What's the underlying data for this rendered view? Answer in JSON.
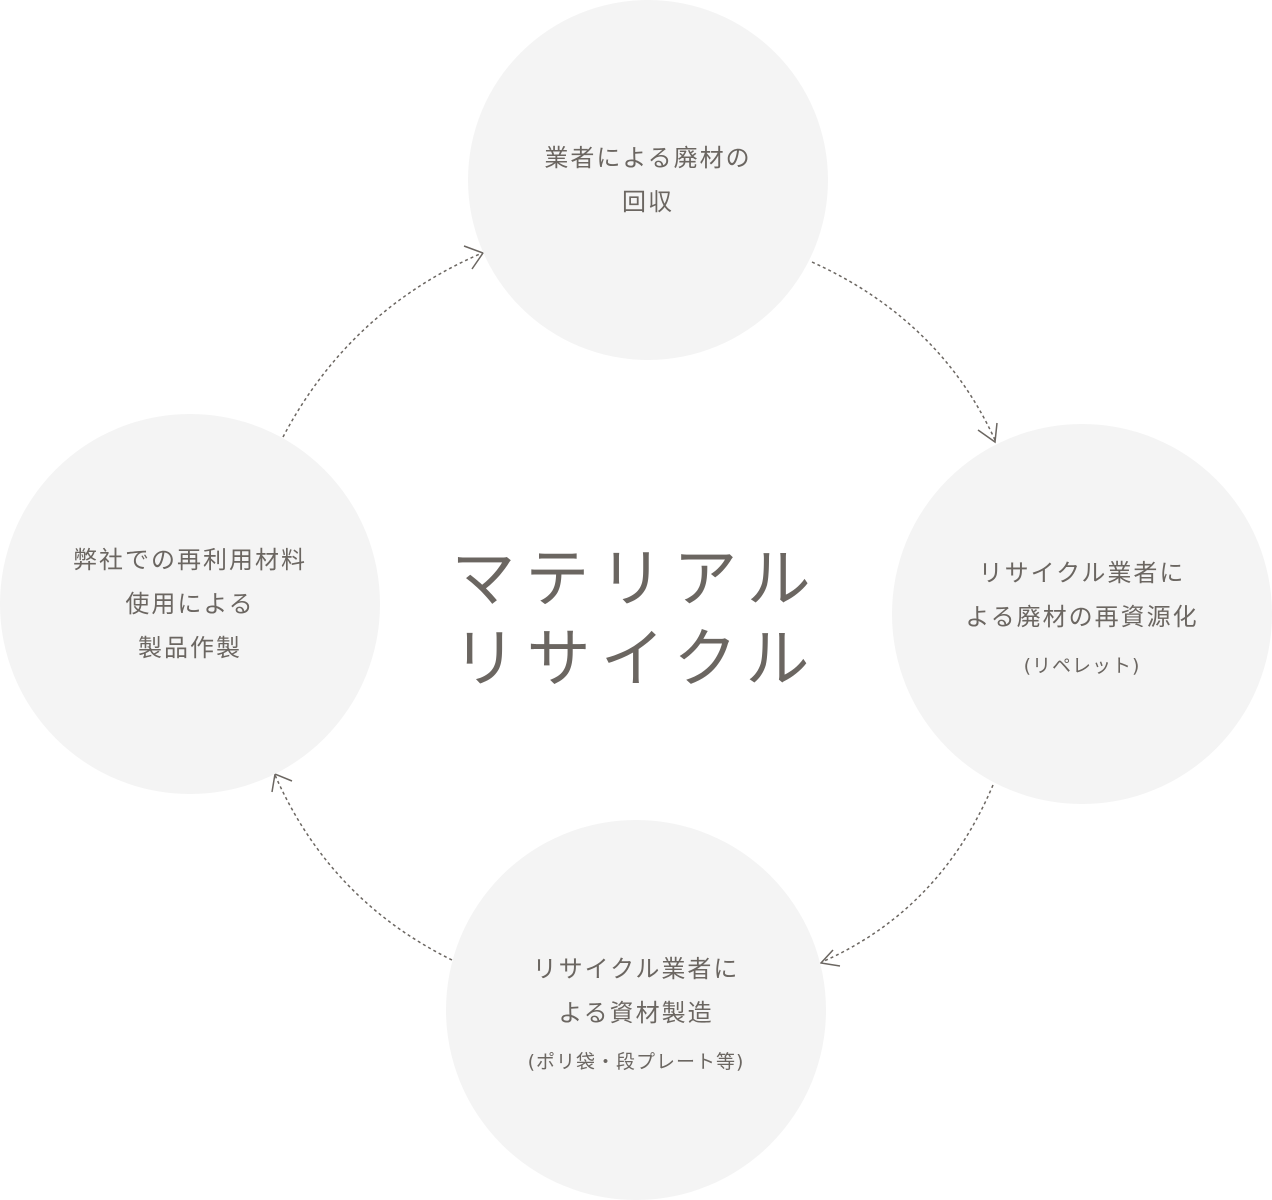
{
  "title": [
    "マテリアル",
    "リサイクル"
  ],
  "nodes": [
    {
      "lines": [
        "業者による廃材の",
        "回収"
      ]
    },
    {
      "lines": [
        "リサイクル業者に",
        "よる廃材の再資源化"
      ],
      "sub": "(リペレット)"
    },
    {
      "lines": [
        "リサイクル業者に",
        "よる資材製造"
      ],
      "sub": "(ポリ袋・段プレート等)"
    },
    {
      "lines": [
        "弊社での再利用材料",
        "使用による",
        "製品作製"
      ]
    }
  ],
  "colors": {
    "circle": "#f4f4f4",
    "text": "#6b6661",
    "arrow": "#6b6661"
  }
}
